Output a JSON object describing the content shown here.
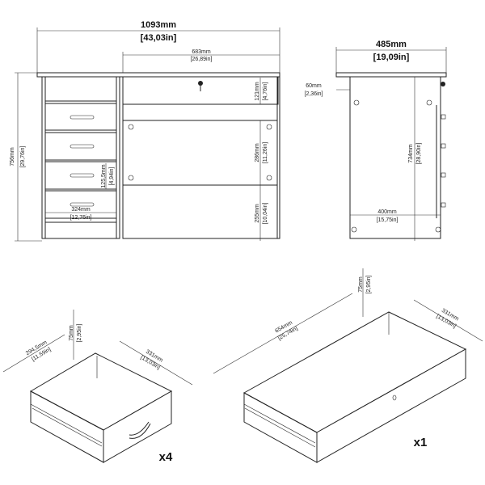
{
  "front_view": {
    "overall_width": {
      "mm": "1093mm",
      "in": "[43,03in]"
    },
    "drawer_section_width": {
      "mm": "683mm",
      "in": "[26,89in]"
    },
    "overall_height": {
      "mm": "756mm",
      "in": "[29,76in]"
    },
    "top_drawer_height": {
      "mm": "121mm",
      "in": "[4,76in]"
    },
    "modesty_panel_height": {
      "mm": "286mm",
      "in": "[11,26in]"
    },
    "leg_clearance": {
      "mm": "255mm",
      "in": "[10,04in]"
    },
    "side_drawer_height": {
      "mm": "125,5mm",
      "in": "[4,94in]"
    },
    "side_drawer_width": {
      "mm": "324mm",
      "in": "[12,76in]"
    }
  },
  "side_view": {
    "overall_depth": {
      "mm": "485mm",
      "in": "[19,09in]"
    },
    "top_overhang": {
      "mm": "60mm",
      "in": "[2,36in]"
    },
    "inner_height": {
      "mm": "734mm",
      "in": "[28,90in]"
    },
    "base_depth": {
      "mm": "400mm",
      "in": "[15,75in]"
    }
  },
  "small_drawer": {
    "height": {
      "mm": "75mm",
      "in": "[2,95in]"
    },
    "length": {
      "mm": "294,5mm",
      "in": "[11,59in]"
    },
    "width": {
      "mm": "331mm",
      "in": "[13,03in]"
    },
    "quantity": "x4"
  },
  "large_drawer": {
    "height": {
      "mm": "75mm",
      "in": "[2,95in]"
    },
    "length": {
      "mm": "654mm",
      "in": "[25,74in]"
    },
    "width": {
      "mm": "331mm",
      "in": "[13,03in]"
    },
    "quantity": "x1"
  }
}
